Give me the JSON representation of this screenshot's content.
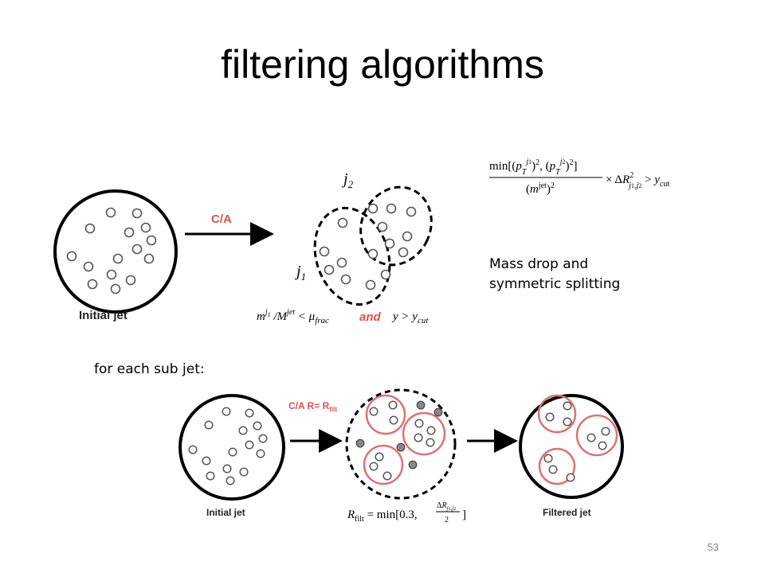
{
  "slide": {
    "title": "filtering algorithms",
    "page_number": "53",
    "note_mass_drop_line1": "Mass drop and",
    "note_mass_drop_line2": "symmetric splitting",
    "note_sub_jet": "for each sub jet:"
  },
  "top_diagram": {
    "initial_label": "Initial jet",
    "arrow_label": "C/A",
    "j1_label": "j",
    "j1_sub": "1",
    "j2_label": "j",
    "j2_sub": "2",
    "condition_and": "and",
    "condition_left": "m^{j1}/M^{jet} < μ_frac",
    "condition_right": "y > y_cut",
    "formula": "min[(p_T^{j1})^2, (p_T^{j2})^2] / (m^{jet})^2 × ΔR^2_{j1,j2} > y_cut"
  },
  "bottom_diagram": {
    "initial_label": "Initial jet",
    "arrow_label": "C/A R= R",
    "arrow_label_sub": "filt",
    "filtered_label": "Filtered jet",
    "rfilt_formula": "R_filt = min[0.3, ΔR_{j1,j2}/2]"
  },
  "colors": {
    "arrow_label": "#d9534f",
    "sub_jet_circle": "#d9746f",
    "particle_fill_dark": "#888888"
  }
}
